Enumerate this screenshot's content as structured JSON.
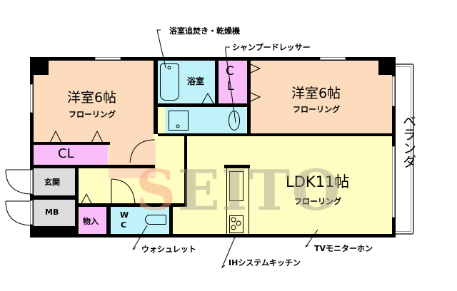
{
  "rooms": {
    "western_room_left": {
      "title": "洋室6帖",
      "floor": "フローリング",
      "color": "#FDDCBE"
    },
    "western_room_right": {
      "title": "洋室6帖",
      "floor": "フローリング",
      "color": "#FDDCBE"
    },
    "ldk": {
      "title": "LDK11帖",
      "floor": "フローリング",
      "color": "#FFFDC2"
    },
    "closet_left": {
      "label": "CL",
      "color": "#F9BEF9"
    },
    "closet_center": {
      "label_top": "C",
      "label_bottom": "L",
      "color": "#F9BEF9"
    },
    "bathroom": {
      "label": "浴室",
      "color": "#BFF3F9"
    },
    "entrance": {
      "label": "玄関",
      "color": "#DCDCDC"
    },
    "meter_box": {
      "label": "MB",
      "color": "#DCDCDC"
    },
    "storage": {
      "label": "物入",
      "color": "#F9BEF9"
    },
    "toilet": {
      "label_top": "W",
      "label_bottom": "C",
      "color": "#BFF3F9"
    },
    "balcony": {
      "label": "ベランダ",
      "color": "#FFFFFF"
    }
  },
  "callouts": {
    "bath_reheat_dryer": "浴室追焚き・乾燥機",
    "shampoo_dresser": "シャンプードレッサー",
    "washlet": "ウォシュレット",
    "ih_kitchen": "IHシステムキッチン",
    "tv_intercom": "TVモニターホン"
  },
  "watermark": {
    "text": "SEITO",
    "s_color": "#F4A07A",
    "rest_color": "#9E9E8A"
  },
  "colors": {
    "wall": "#000000",
    "hall": "#FFFDC2"
  }
}
